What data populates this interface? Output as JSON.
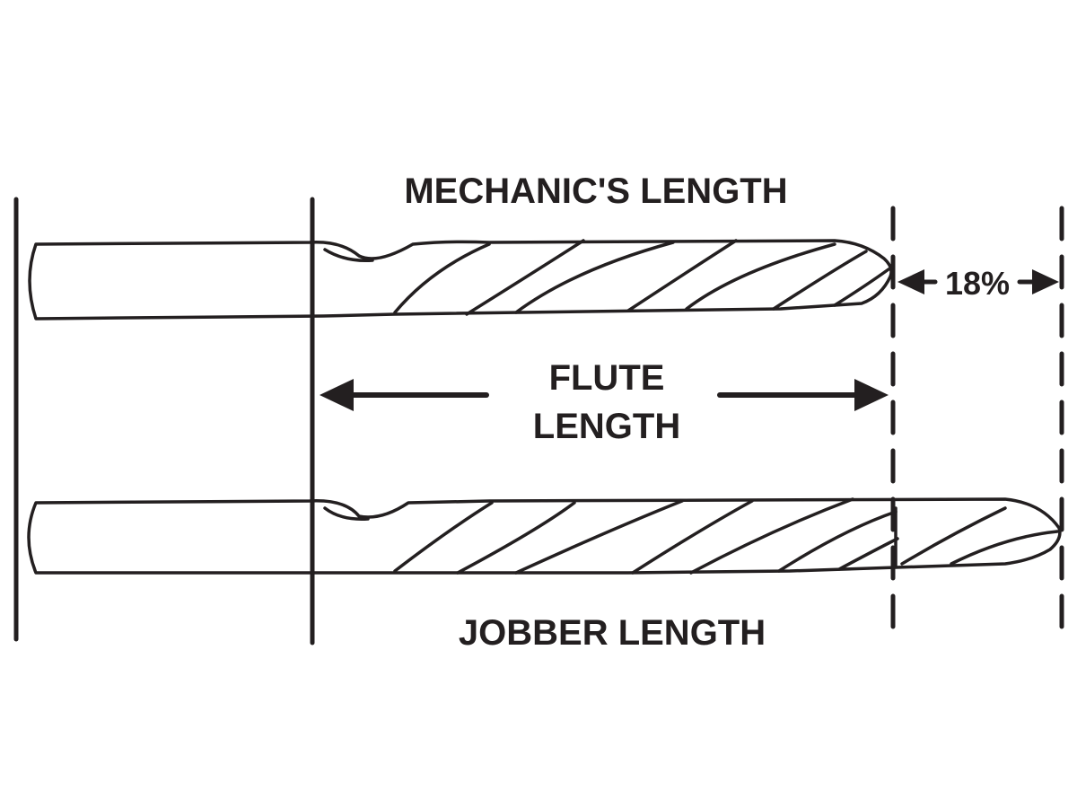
{
  "labels": {
    "mechanics_length": "MECHANIC'S LENGTH",
    "jobber_length": "JOBBER LENGTH",
    "flute_line1": "FLUTE",
    "flute_line2": "LENGTH",
    "percent": "18%"
  },
  "colors": {
    "ink": "#231f20",
    "background": "#ffffff"
  }
}
